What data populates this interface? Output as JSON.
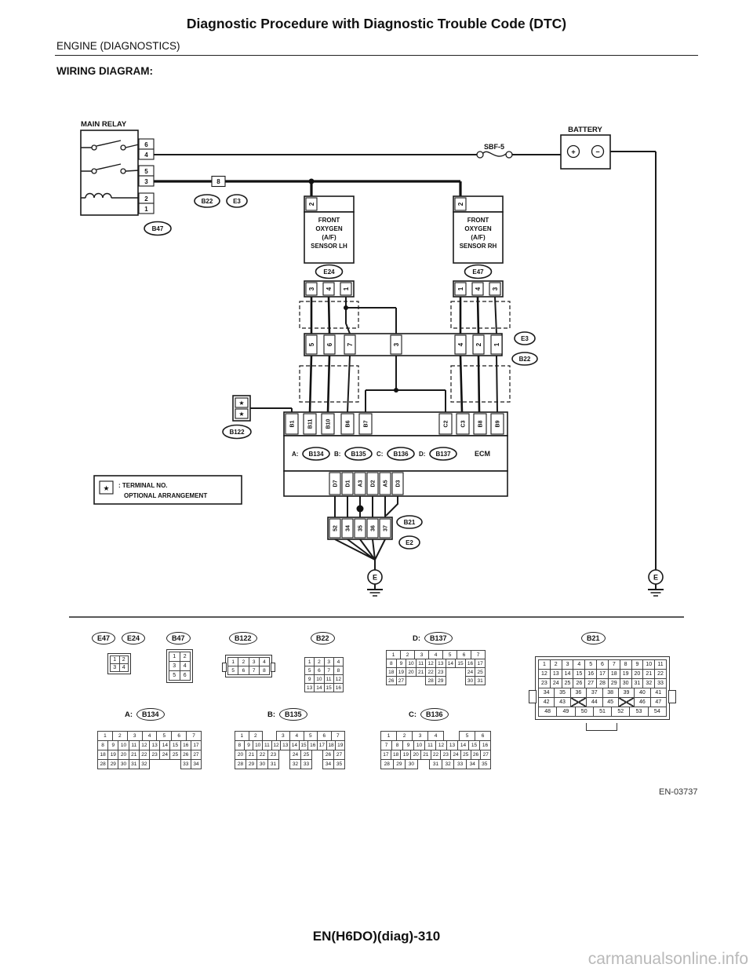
{
  "page": {
    "title": "Diagnostic Procedure with Diagnostic Trouble Code (DTC)",
    "subtitle": "ENGINE (DIAGNOSTICS)",
    "section_heading": "WIRING DIAGRAM:",
    "figure_code": "EN-03737",
    "footer_code": "EN(H6DO)(diag)-310",
    "watermark": "carmanualsonline.info"
  },
  "diagram": {
    "main_relay": {
      "label": "MAIN RELAY",
      "pins": [
        "6",
        "4",
        "5",
        "3",
        "2",
        "1"
      ],
      "connector": "B47"
    },
    "battery": {
      "label": "BATTERY",
      "plus": "+",
      "minus": "−"
    },
    "fuse": {
      "label": "SBF-5"
    },
    "inline_pin": "8",
    "inline_connectors": {
      "b22": "B22",
      "e3": "E3"
    },
    "sensor_lh": {
      "name_lines": [
        "FRONT",
        "OXYGEN",
        "(A/F)",
        "SENSOR LH"
      ],
      "connector": "E24",
      "top_pin": "2",
      "bottom_pins": [
        "3",
        "4",
        "1"
      ]
    },
    "sensor_rh": {
      "name_lines": [
        "FRONT",
        "OXYGEN",
        "(A/F)",
        "SENSOR RH"
      ],
      "connector": "E47",
      "top_pin": "2",
      "bottom_pins": [
        "1",
        "4",
        "3"
      ]
    },
    "mid_connector": {
      "pins_left": [
        "5",
        "6",
        "7"
      ],
      "pin_center": "3",
      "pins_right": [
        "4",
        "2",
        "1"
      ],
      "label_e3": "E3",
      "label_b22": "B22"
    },
    "b122": {
      "label": "B122",
      "star": "★"
    },
    "ecm": {
      "upper_pins": [
        "B1",
        "B11",
        "B10",
        "B6",
        "B7",
        "C2",
        "C3",
        "B8",
        "B9"
      ],
      "label_row": [
        {
          "prefix": "A:",
          "name": "B134"
        },
        {
          "prefix": "B:",
          "name": "B135"
        },
        {
          "prefix": "C:",
          "name": "B136"
        },
        {
          "prefix": "D:",
          "name": "B137"
        }
      ],
      "name": "ECM",
      "lower_pins": [
        "D7",
        "D1",
        "A3",
        "D2",
        "A5",
        "D3"
      ]
    },
    "lower_connector": {
      "pins": [
        "52",
        "34",
        "35",
        "36",
        "37"
      ],
      "label_b21": "B21",
      "label_e2": "E2"
    },
    "ground_label": "E",
    "legend": {
      "star": "★",
      "line1": ": TERMINAL NO.",
      "line2": "OPTIONAL ARRANGEMENT"
    }
  },
  "pinouts": {
    "e47_label": "E47",
    "e24_label": "E24",
    "b47_label": "B47",
    "b122_label": "B122",
    "b22_label": "B22",
    "b137_prefix": "D:",
    "b137_label": "B137",
    "b21_label": "B21",
    "b134_prefix": "A:",
    "b134_label": "B134",
    "b135_prefix": "B:",
    "b135_label": "B135",
    "b136_prefix": "C:",
    "b136_label": "B136",
    "grids": {
      "e_sensor": [
        [
          "1",
          "2"
        ],
        [
          "3",
          "4"
        ]
      ],
      "b47": [
        [
          "1",
          "2"
        ],
        [
          "3",
          "4"
        ],
        [
          "5",
          "6"
        ]
      ],
      "b122": [
        [
          "1",
          "2",
          "3",
          "4"
        ],
        [
          "5",
          "6",
          "7",
          "8"
        ]
      ],
      "b22": [
        [
          "1",
          "2",
          "3",
          "4"
        ],
        [
          "5",
          "6",
          "7",
          "8"
        ],
        [
          "9",
          "10",
          "11",
          "12"
        ],
        [
          "13",
          "14",
          "15",
          "16"
        ]
      ],
      "b137": [
        [
          "1",
          "2",
          "3",
          "4",
          "5",
          "6",
          "7"
        ],
        [
          "8",
          "9",
          "10",
          "11",
          "12",
          "13",
          "14",
          "15",
          "16",
          "17"
        ],
        [
          "18",
          "19",
          "20",
          "21",
          "22",
          "23",
          null,
          null,
          "24",
          "25"
        ],
        [
          "26",
          "27",
          null,
          null,
          "28",
          "29",
          null,
          null,
          "30",
          "31"
        ]
      ],
      "b21": [
        [
          "1",
          "2",
          "3",
          "4",
          "5",
          "6",
          "7",
          "8",
          "9",
          "10",
          "11"
        ],
        [
          "12",
          "13",
          "14",
          "15",
          "16",
          "17",
          "18",
          "19",
          "20",
          "21",
          "22"
        ],
        [
          "23",
          "24",
          "25",
          "26",
          "27",
          "28",
          "29",
          "30",
          "31",
          "32",
          "33"
        ],
        [
          "34",
          "35",
          "36",
          "37",
          "38",
          "39",
          "40",
          "41"
        ],
        [
          "42",
          "43",
          "X",
          "44",
          "45",
          "X",
          "46",
          "47"
        ],
        [
          "48",
          "49",
          "50",
          "51",
          "52",
          "53",
          "54"
        ]
      ],
      "b134": [
        [
          "1",
          "2",
          "3",
          "4",
          "5",
          "6",
          "7"
        ],
        [
          "8",
          "9",
          "10",
          "11",
          "12",
          "13",
          "14",
          "15",
          "16",
          "17"
        ],
        [
          "18",
          "19",
          "20",
          "21",
          "22",
          "23",
          "24",
          "25",
          "26",
          "27"
        ],
        [
          "28",
          "29",
          "30",
          "31",
          "32",
          null,
          null,
          null,
          "33",
          "34"
        ]
      ],
      "b135": [
        [
          "1",
          "2",
          null,
          "3",
          "4",
          "5",
          "6",
          "7"
        ],
        [
          "8",
          "9",
          "10",
          "11",
          "12",
          "13",
          "14",
          "15",
          "16",
          "17",
          "18",
          "19"
        ],
        [
          "20",
          "21",
          "22",
          "23",
          null,
          "24",
          "25",
          null,
          "26",
          "27"
        ],
        [
          "28",
          "29",
          "30",
          "31",
          null,
          "32",
          "33",
          null,
          "34",
          "35"
        ]
      ],
      "b136": [
        [
          "1",
          "2",
          "3",
          "4",
          null,
          "5",
          "6"
        ],
        [
          "7",
          "8",
          "9",
          "10",
          "11",
          "12",
          "13",
          "14",
          "15",
          "16"
        ],
        [
          "17",
          "18",
          "19",
          "20",
          "21",
          "22",
          "23",
          "24",
          "25",
          "26",
          "27"
        ],
        [
          "28",
          "29",
          "30",
          null,
          "31",
          "32",
          "33",
          "34",
          "35"
        ]
      ]
    }
  }
}
